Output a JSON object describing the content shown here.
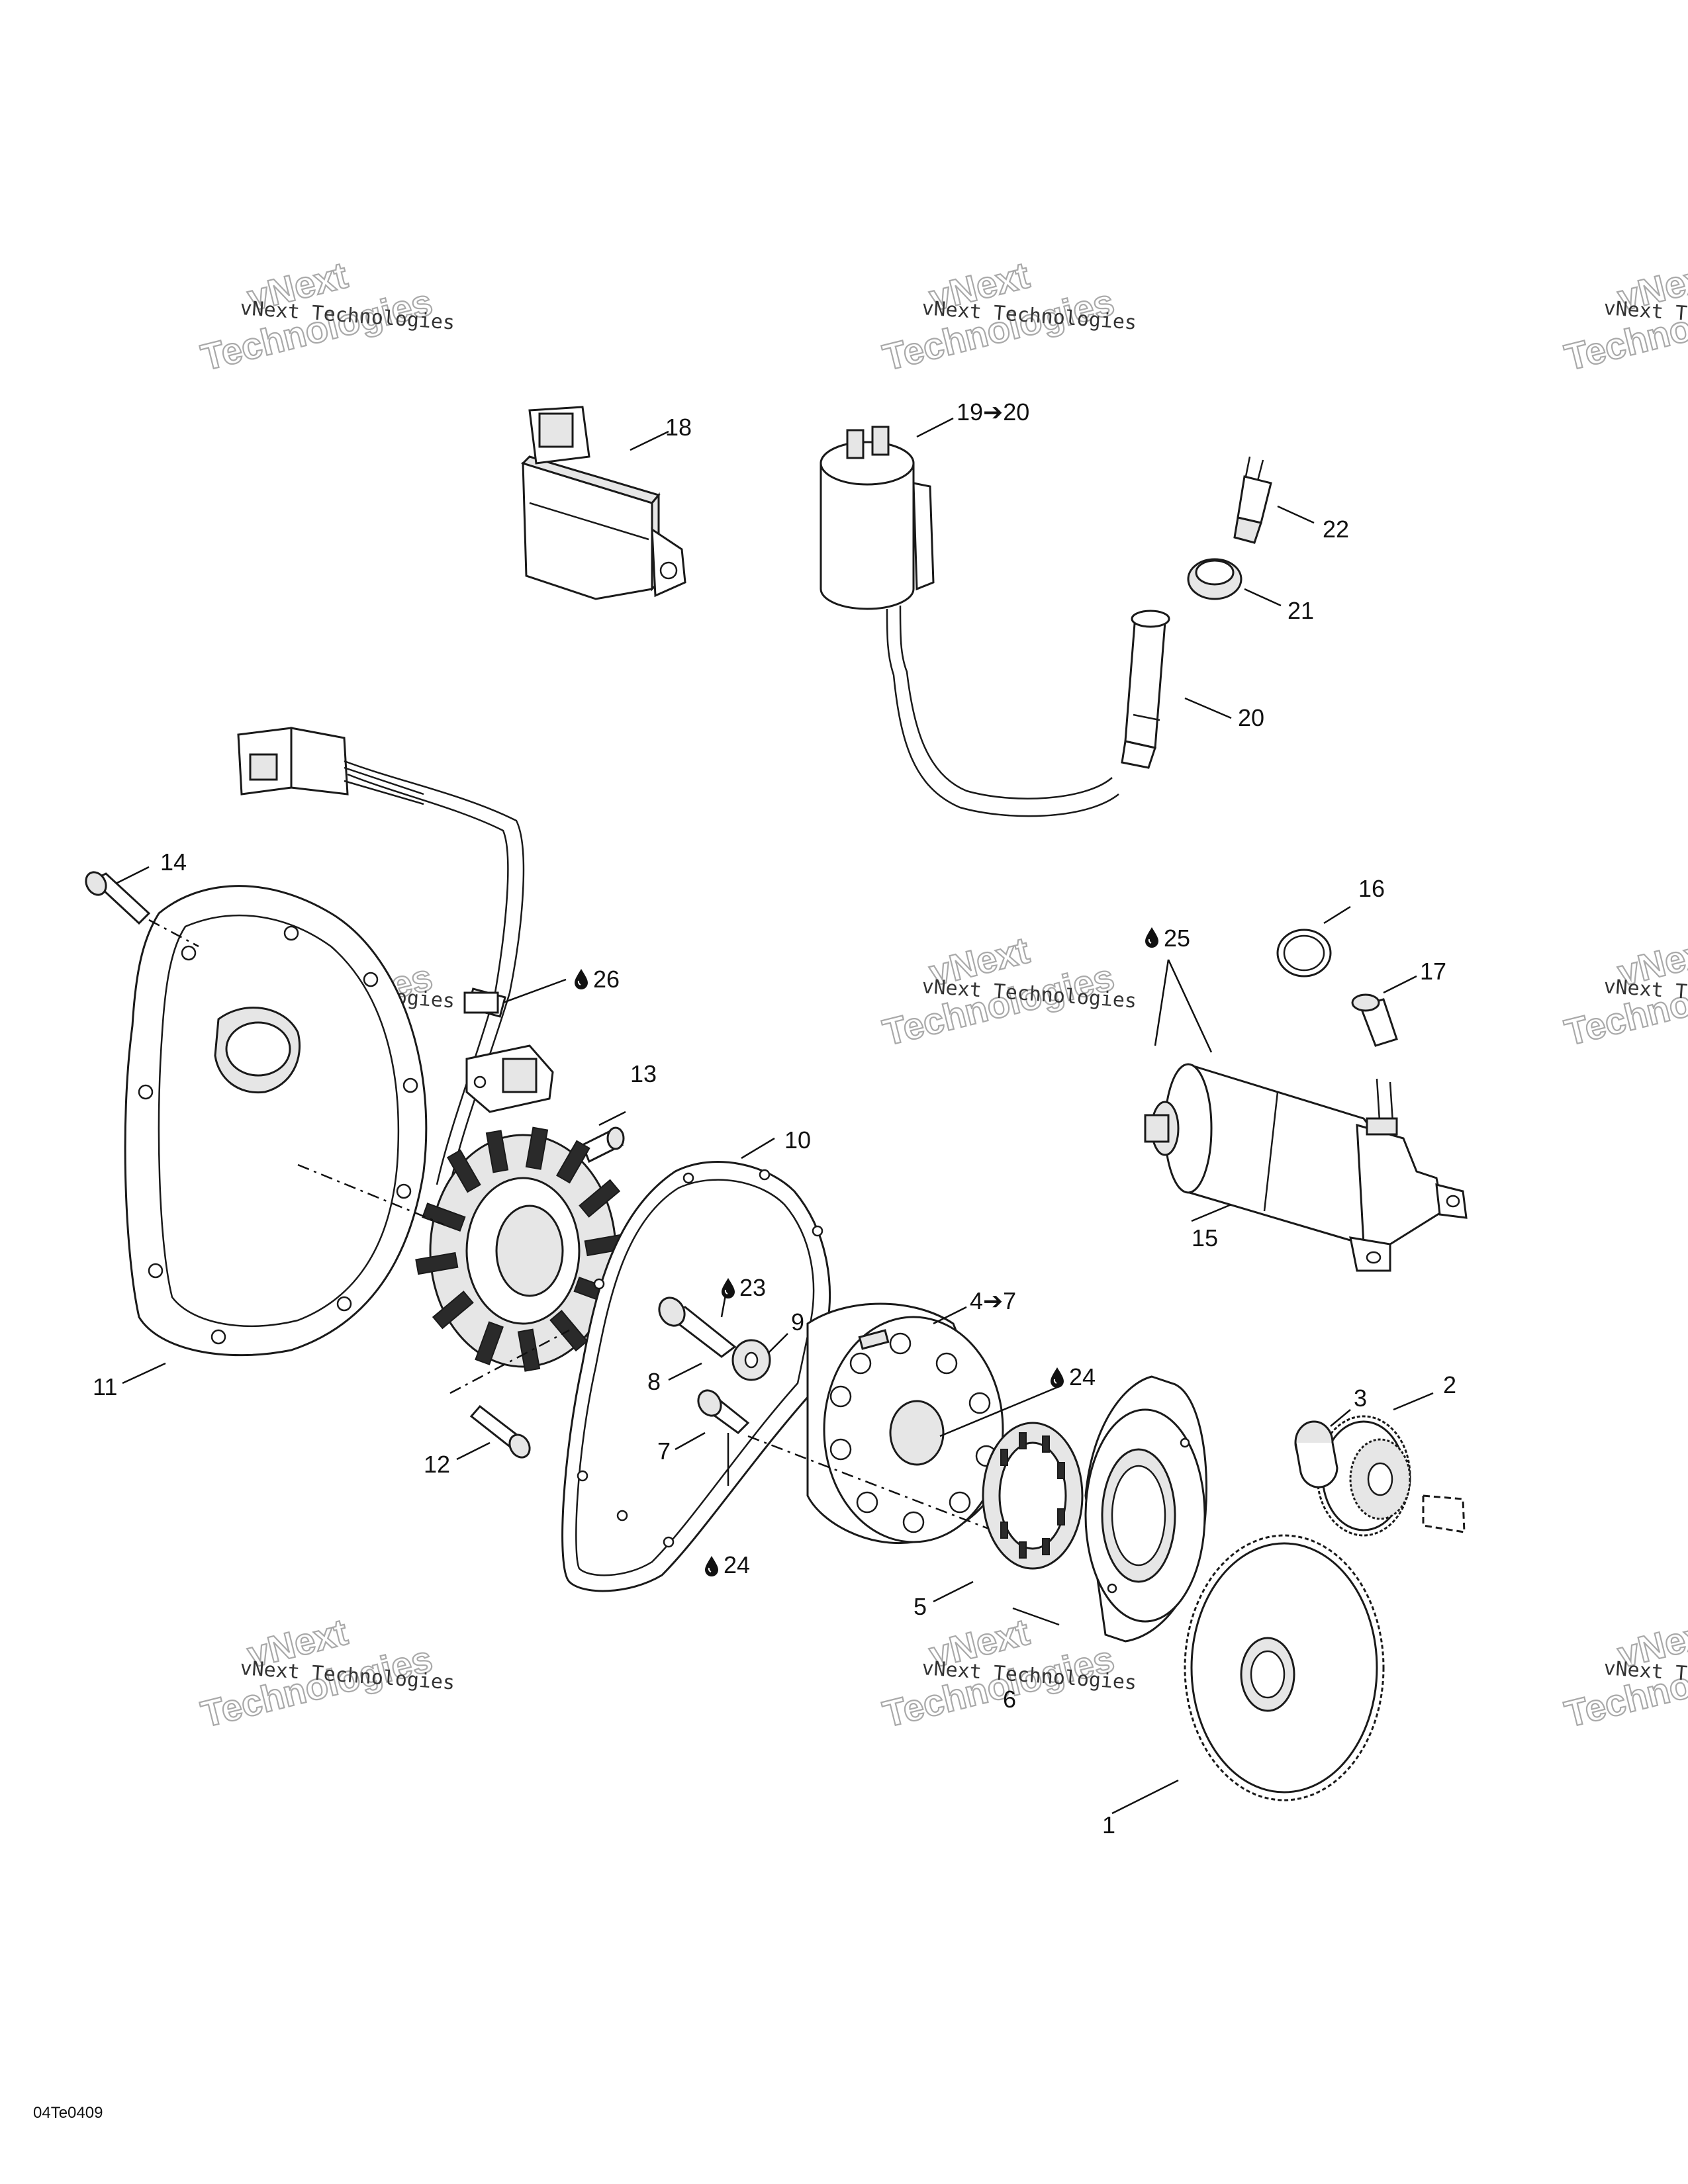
{
  "watermark": {
    "line1": "vNext Technologies",
    "line2": "vNext",
    "line3": "Technologies"
  },
  "drawing_code": "04Te0409",
  "callouts": {
    "c1": "1",
    "c2": "2",
    "c3": "3",
    "c4": "4➔7",
    "c5": "5",
    "c6": "6",
    "c7": "7",
    "c8": "8",
    "c9": "9",
    "c10": "10",
    "c11": "11",
    "c12": "12",
    "c13": "13",
    "c14": "14",
    "c15": "15",
    "c16": "16",
    "c17": "17",
    "c18": "18",
    "c19": "19➔20",
    "c20": "20",
    "c21": "21",
    "c22": "22",
    "c23": "23",
    "c24a": "24",
    "c24b": "24",
    "c25": "25",
    "c26": "26"
  },
  "icons": {
    "drop": "oil-drop-icon"
  }
}
